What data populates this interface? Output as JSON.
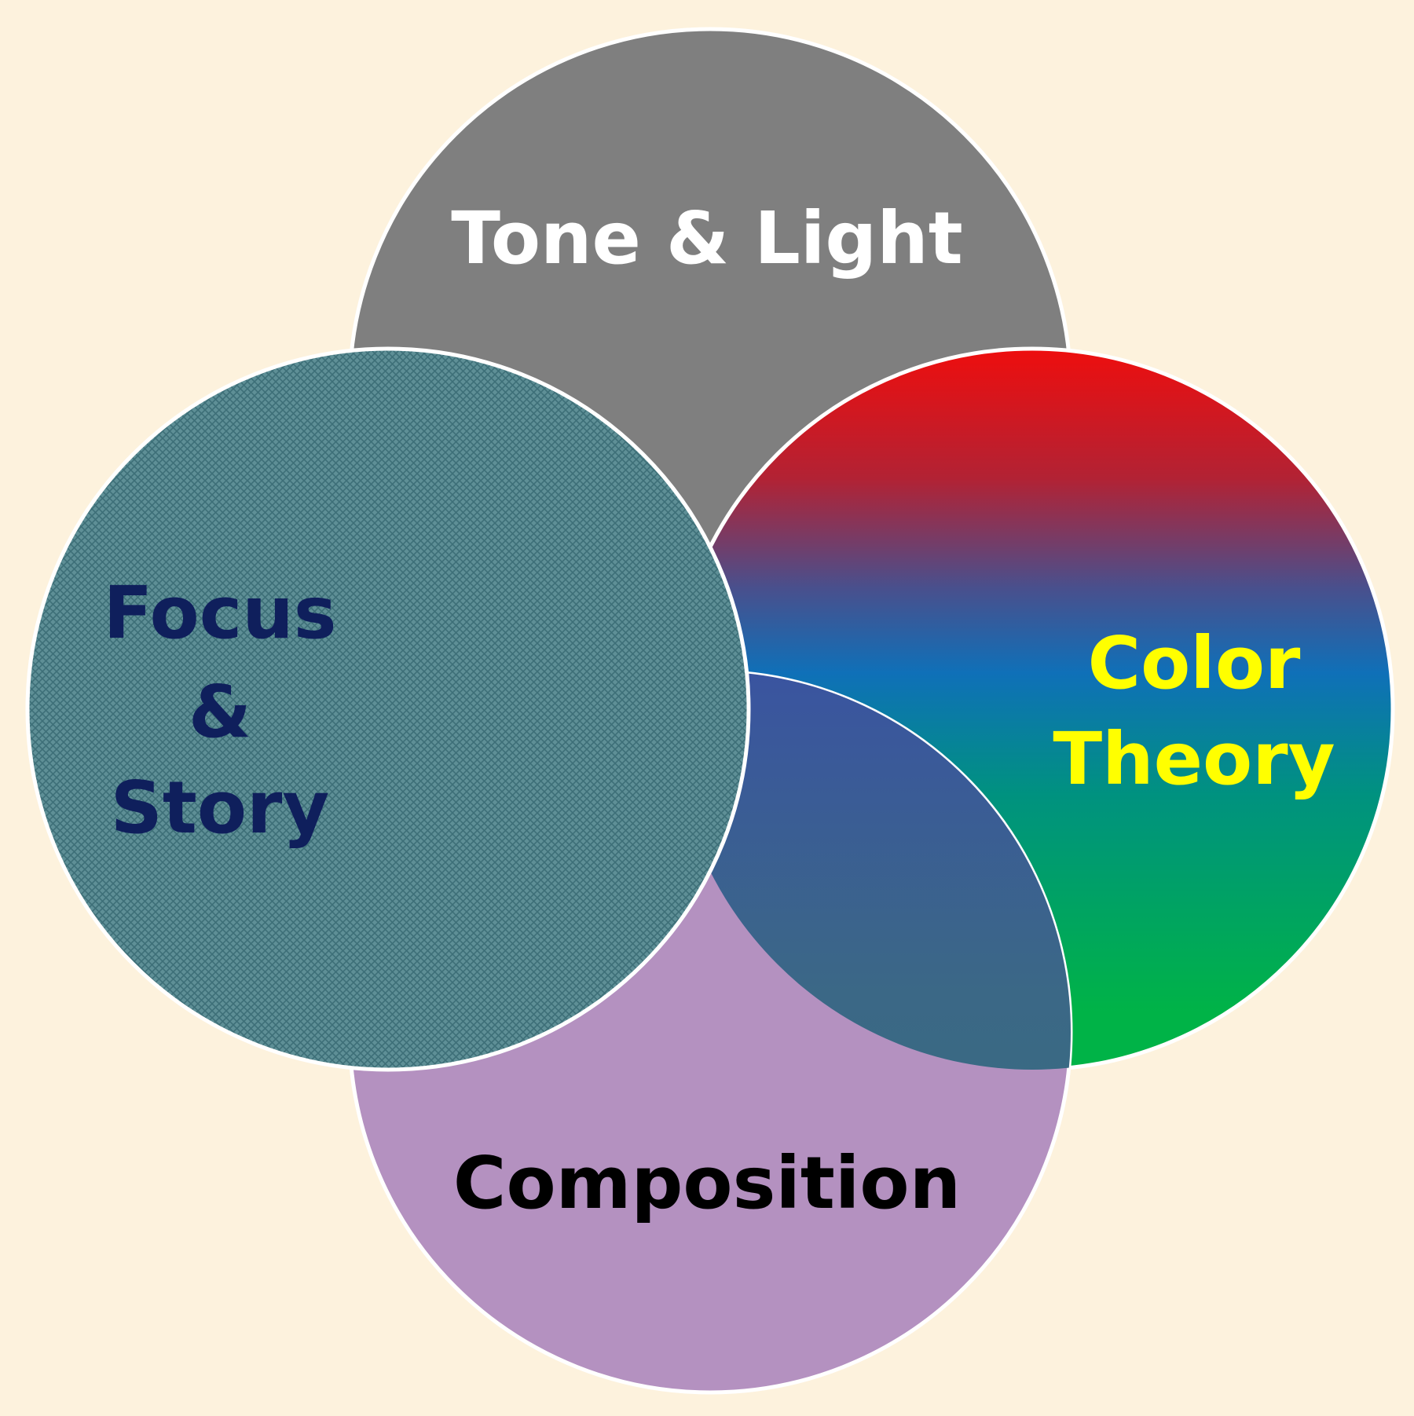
{
  "diagram": {
    "background_color": "#fdf2dd",
    "circles": {
      "tone_light": {
        "label_lines": [
          "Tone & Light"
        ],
        "fill": "#7f7f7f",
        "text_color": "#ffffff"
      },
      "color_theory": {
        "label_lines": [
          "Color",
          "Theory"
        ],
        "gradient_stops": [
          "#ee0e0e",
          "#b22234",
          "#4a4f8c",
          "#0f70b8",
          "#00927f",
          "#00b347"
        ],
        "text_color": "#ffff00"
      },
      "composition": {
        "label_lines": [
          "Composition"
        ],
        "fill": "#b491c0",
        "overlap_fill": "#36707a",
        "text_color": "#000000"
      },
      "focus_story": {
        "label_lines": [
          "Focus",
          "&",
          "Story"
        ],
        "fill": "#5e8f96",
        "pattern_line_color": "#3d6f78",
        "text_color": "#0f1f5c"
      }
    }
  }
}
